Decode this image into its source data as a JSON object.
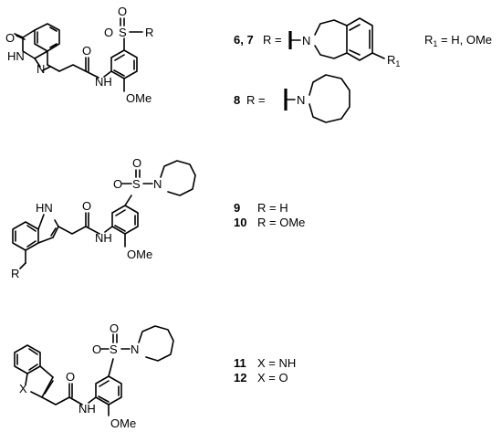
{
  "atoms": {
    "O": "O",
    "S": "S",
    "N": "N",
    "HN": "HN",
    "NH": "NH",
    "H_N": "HN",
    "N_label": "N",
    "OMe": "OMe",
    "R": "R",
    "R1": "R",
    "R1_sub": "1",
    "X": "X"
  },
  "compounds": {
    "c67": {
      "number": "6, 7",
      "assign": "R ="
    },
    "r1_note": {
      "prefix": "R",
      "sub": "1",
      "text": " = H, OMe"
    },
    "c8": {
      "number": "8",
      "assign": "R ="
    },
    "c9": {
      "number": "9",
      "text": "R = H"
    },
    "c10": {
      "number": "10",
      "text": "R = OMe"
    },
    "c11": {
      "number": "11",
      "text": "X = NH"
    },
    "c12": {
      "number": "12",
      "text": "X = O"
    }
  }
}
